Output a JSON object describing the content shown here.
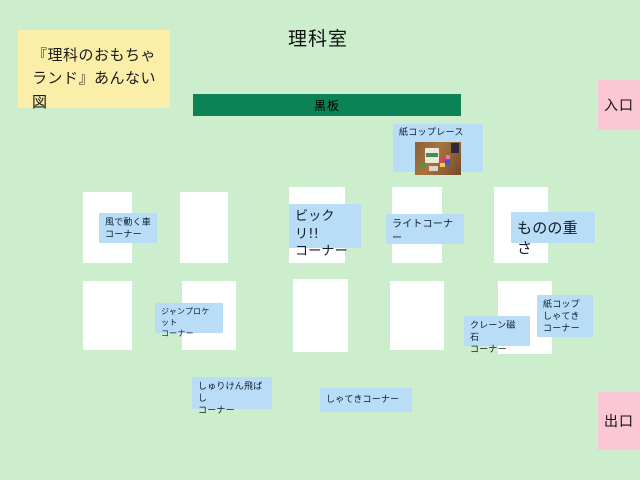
{
  "room": {
    "title": "理科室",
    "background_color": "#cceecc"
  },
  "guide": {
    "text": "『理科のおもちゃランド』あんない図",
    "background_color": "#faeea8"
  },
  "blackboard": {
    "label": "黒板",
    "color": "#0c8257"
  },
  "doors": [
    {
      "label": "入口",
      "color": "#fbc7d4"
    },
    {
      "label": "出口",
      "color": "#fbc7d4"
    }
  ],
  "photo_card": {
    "caption": "紙コップレース",
    "background_color": "#b9dcf7",
    "image_alt": "紙コップレースの写真"
  },
  "corner_label_color": "#b9dcf7",
  "desk_color": "#ffffff",
  "corners": [
    {
      "name": "kaze-de-ugoku-kuruma",
      "label": "風で動く車\nコーナー"
    },
    {
      "name": "bikkuri",
      "label": "ビックリ!!\nコーナー"
    },
    {
      "name": "light",
      "label": "ライトコーナー"
    },
    {
      "name": "mono-no-omosa",
      "label": "ものの重さ"
    },
    {
      "name": "jump-rocket",
      "label": "ジャンプロケット\nコーナー"
    },
    {
      "name": "crane-jishaku",
      "label": "クレーン磁石\nコーナー"
    },
    {
      "name": "kamikoppu-shateki",
      "label": "紙コップ\nしゃてき\nコーナー"
    },
    {
      "name": "shuriken-tobashi",
      "label": "しゅりけん飛ばし\nコーナー"
    },
    {
      "name": "shateki",
      "label": "しゃてきコーナー"
    }
  ],
  "desks": [
    {
      "name": "desk-r1-c1"
    },
    {
      "name": "desk-r1-c2"
    },
    {
      "name": "desk-r1-c3"
    },
    {
      "name": "desk-r1-c4"
    },
    {
      "name": "desk-r1-c5"
    },
    {
      "name": "desk-r2-c1"
    },
    {
      "name": "desk-r2-c2"
    },
    {
      "name": "desk-r2-c3"
    },
    {
      "name": "desk-r2-c4"
    },
    {
      "name": "desk-r2-c5"
    }
  ]
}
